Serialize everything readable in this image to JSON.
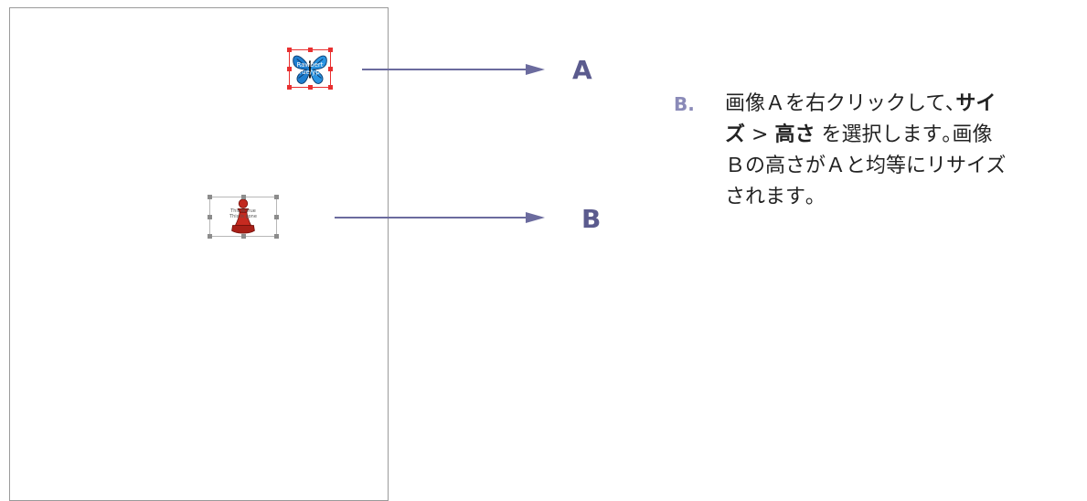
{
  "images": {
    "a": {
      "overlay_text": "Rawbert\nTrue/ype"
    },
    "b": {
      "overlay_text": "This is true\nThis is gone"
    }
  },
  "labels": {
    "a": "A",
    "b": "B"
  },
  "instruction": {
    "marker": "B.",
    "line1_pre": "画像Ａを右クリックして､",
    "line1_bold": "サイ",
    "line2_bold1": "ズ",
    "line2_sep": " > ",
    "line2_bold2": "高さ",
    "line2_post": "  を選択します｡画像",
    "line3": "Ｂの高さがＡと均等にリサイズ",
    "line4": "されます｡"
  },
  "colors": {
    "arrow": "#6b6b9e",
    "label": "#5b5b8e",
    "marker": "#8a8ab8",
    "selection_red": "#e83030",
    "selection_gray": "#8c8c8c"
  }
}
